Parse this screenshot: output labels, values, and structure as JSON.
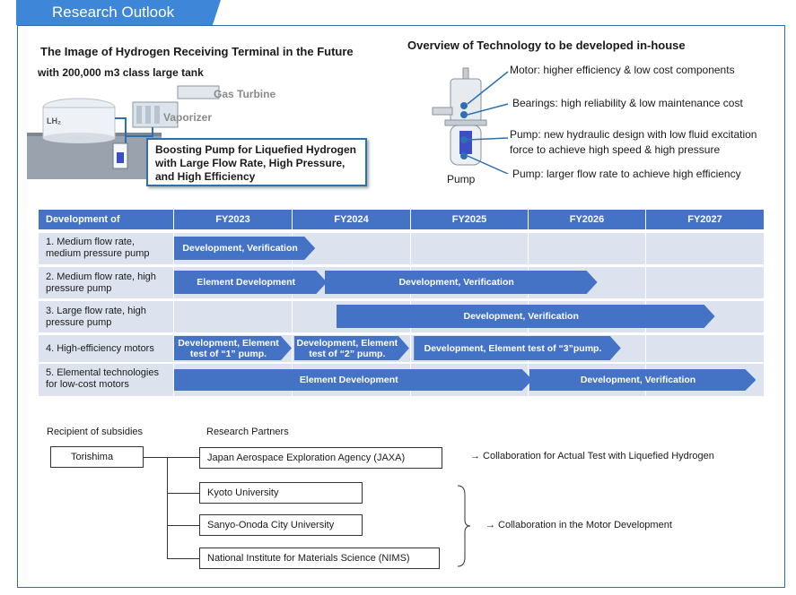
{
  "header": {
    "title": "Research Outlook"
  },
  "left_panel": {
    "title": "The Image of Hydrogen Receiving Terminal in the Future",
    "subtitle": "with 200,000 m3 class large tank",
    "tank_label": "LH₂",
    "gas_turbine_label": "Gas Turbine",
    "vaporizer_label": "Vaporizer",
    "boost_callout": "Boosting Pump for Liquefied Hydrogen with Large Flow Rate, High Pressure, and High Efficiency"
  },
  "right_panel": {
    "title": "Overview of Technology to be developed in-house",
    "pump_label": "Pump",
    "items": [
      "Motor: higher efficiency & low cost components",
      "Bearings: high reliability & low maintenance cost",
      "Pump: new hydraulic design with low fluid excitation force to achieve high speed & high pressure",
      "Pump: larger flow rate to achieve high efficiency"
    ]
  },
  "schedule": {
    "header_label": "Development of",
    "years": [
      "FY2023",
      "FY2024",
      "FY2025",
      "FY2026",
      "FY2027"
    ],
    "rows": [
      {
        "label": "1. Medium flow rate, medium pressure pump",
        "bars": [
          {
            "text": "Development, Verification",
            "start": 0.0,
            "end": 1.2
          }
        ]
      },
      {
        "label": "2. Medium flow rate, high pressure pump",
        "bars": [
          {
            "text": "Element Development",
            "start": 0.0,
            "end": 1.3
          },
          {
            "text": "Development, Verification",
            "start": 1.28,
            "end": 3.6
          }
        ]
      },
      {
        "label": "3. Large flow rate, high pressure pump",
        "bars": [
          {
            "text": "Development, Verification",
            "start": 1.38,
            "end": 4.6
          }
        ]
      },
      {
        "label": "4. High-efficiency motors",
        "bars": [
          {
            "text": "Development, Element test of “1” pump.",
            "start": 0.0,
            "end": 1.0
          },
          {
            "text": "Development, Element test of “2” pump.",
            "start": 1.02,
            "end": 2.0
          },
          {
            "text": "Development, Element test of  “3”pump.",
            "start": 2.04,
            "end": 3.8
          }
        ]
      },
      {
        "label": "5. Elemental technologies for low-cost motors",
        "bars": [
          {
            "text": "Element Development",
            "start": 0.0,
            "end": 3.05
          },
          {
            "text": "Development, Verification",
            "start": 3.02,
            "end": 4.95
          }
        ]
      }
    ]
  },
  "org": {
    "recipient_title": "Recipient of subsidies",
    "partners_title": "Research Partners",
    "recipient": "Torishima",
    "partners": [
      "Japan Aerospace Exploration Agency (JAXA)",
      "Kyoto University",
      "Sanyo-Onoda City University",
      "National Institute for Materials Science (NIMS)"
    ],
    "collab_1": "→ Collaboration for Actual Test with Liquefied Hydrogen",
    "collab_2": "→ Collaboration  in the Motor Development"
  },
  "colors": {
    "accent": "#4472c4",
    "row_bg": "#dce3ef",
    "frame": "#2e6fb0"
  }
}
